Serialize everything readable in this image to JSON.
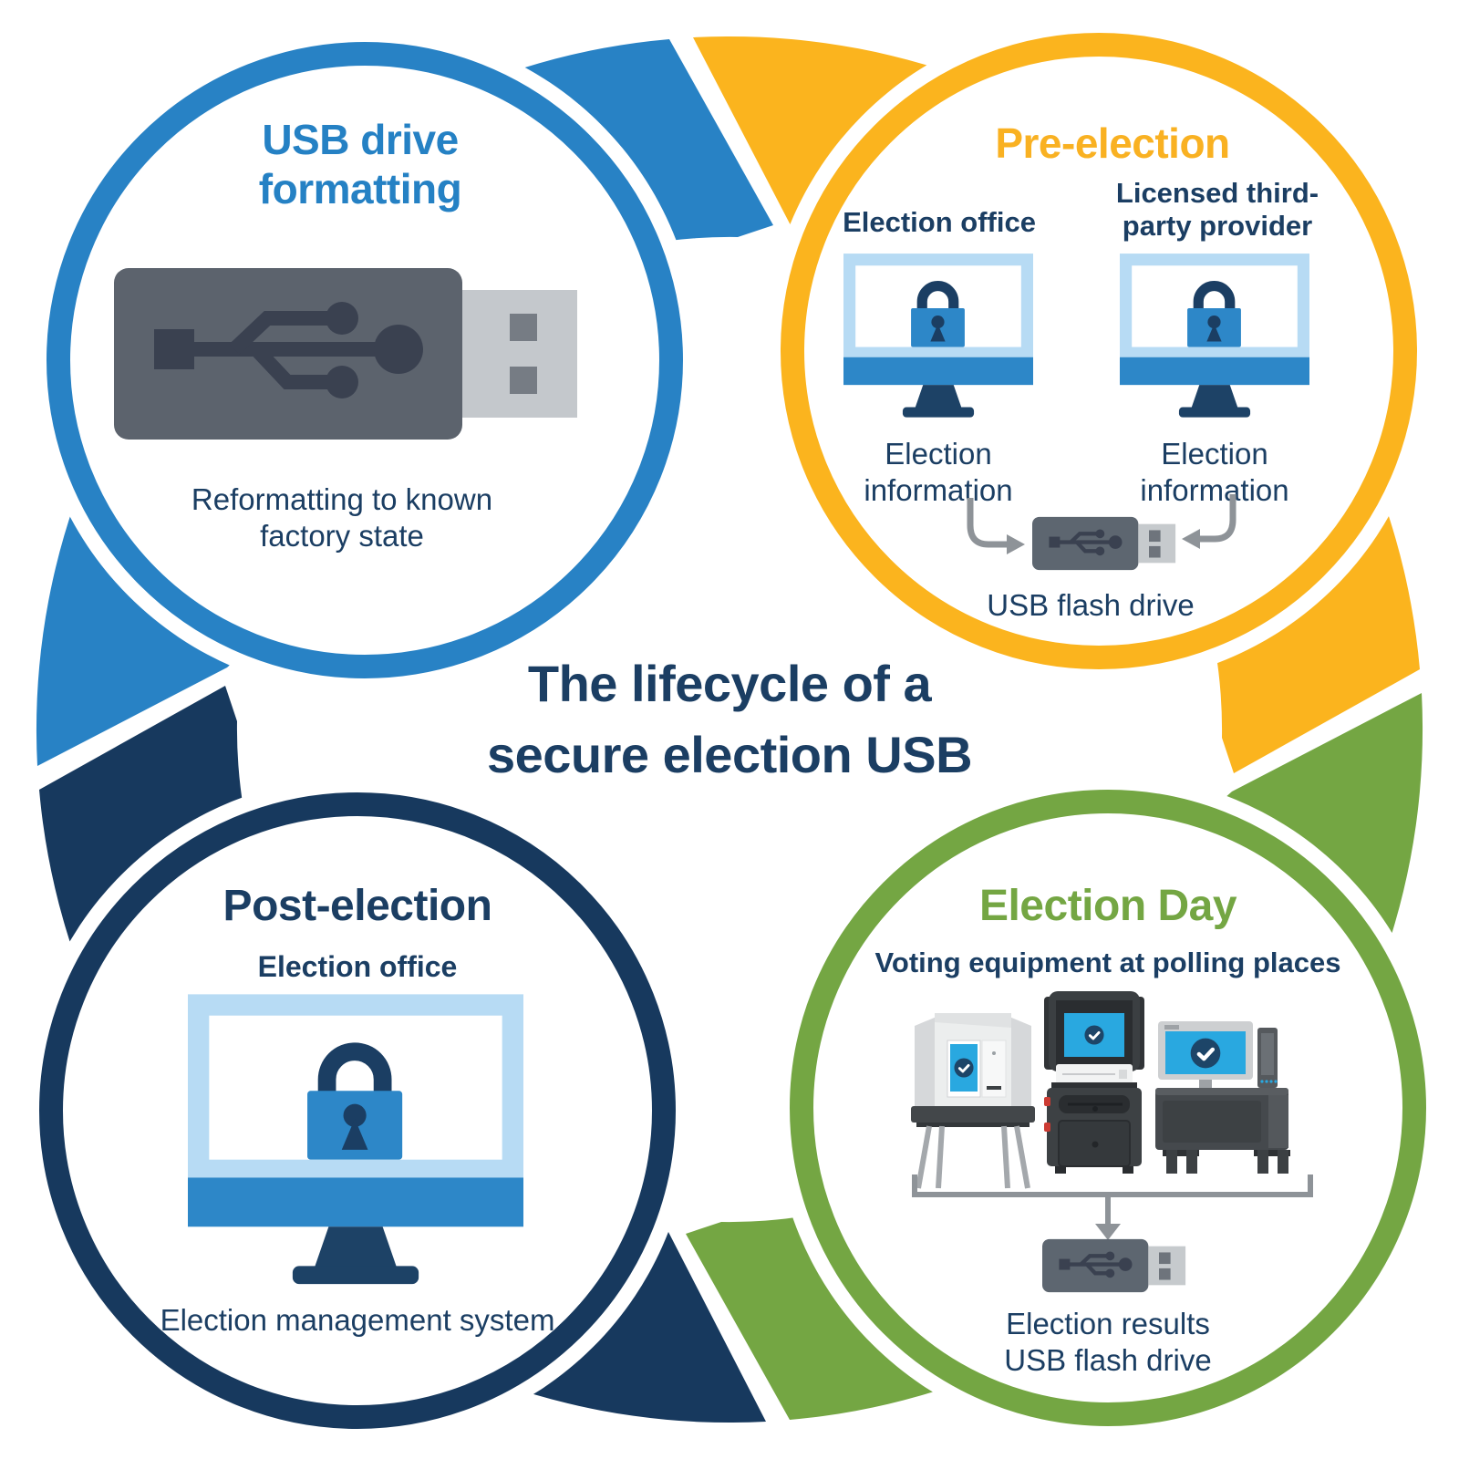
{
  "title": {
    "line1": "The lifecycle of a",
    "line2": "secure election USB"
  },
  "palette": {
    "blue": "#2882c5",
    "gold": "#fbb41e",
    "green": "#74a643",
    "navy": "#1b3e63",
    "screen_blue": "#29a8e0",
    "monitor_frame_blue": "#b7dbf4",
    "monitor_bar_blue": "#2d87c8",
    "arrow_gray": "#8e9398"
  },
  "stages": {
    "usb_formatting": {
      "title": "USB drive formatting",
      "caption": "Reformatting to known factory state",
      "icon": "usb-drive-icon"
    },
    "pre_election": {
      "title": "Pre-election",
      "columns": [
        {
          "header": "Election office",
          "caption": "Election information",
          "icon": "monitor-lock-icon"
        },
        {
          "header": "Licensed third-party provider",
          "caption": "Election information",
          "icon": "monitor-lock-icon"
        }
      ],
      "usb_caption": "USB flash drive",
      "usb_icon": "usb-flash-drive-icon"
    },
    "election_day": {
      "title": "Election Day",
      "subtitle": "Voting equipment at polling places",
      "equipment_icons": [
        "voting-booth-icon",
        "ballot-marking-device-icon",
        "tabulator-computer-icon"
      ],
      "usb_caption": "Election results USB flash drive",
      "usb_icon": "usb-flash-drive-icon"
    },
    "post_election": {
      "title": "Post-election",
      "header": "Election office",
      "caption": "Election management system",
      "icon": "monitor-lock-icon"
    }
  }
}
